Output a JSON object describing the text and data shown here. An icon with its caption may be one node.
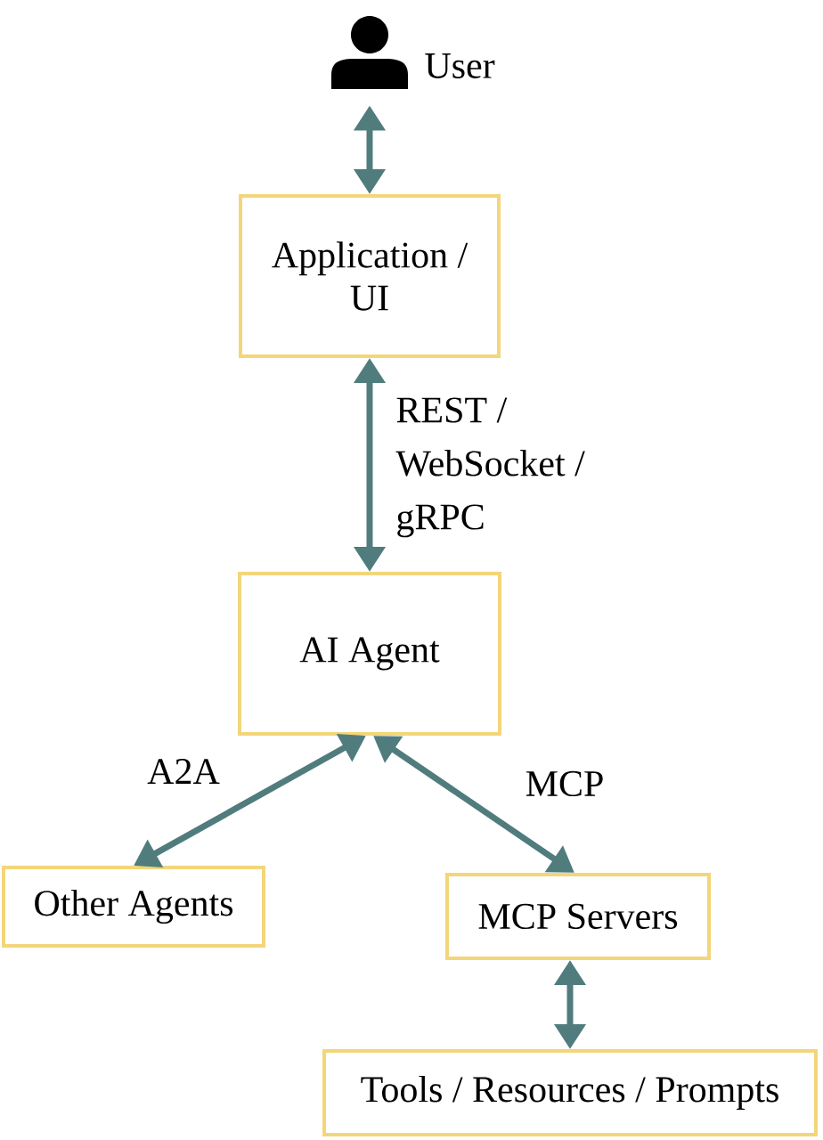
{
  "diagram": {
    "nodes": [
      {
        "text": [],
        "shape": "person",
        "beside": [
          "User"
        ]
      },
      {
        "text": [
          "Application / UI"
        ]
      },
      {
        "text": [
          "AI Agent"
        ]
      },
      {
        "text": [
          "Other Agents"
        ]
      },
      {
        "text": [
          "MCP Servers"
        ]
      },
      {
        "text": [
          "Tools / Resources / Prompts"
        ]
      }
    ],
    "edges": [
      {
        "from": 0,
        "to": 1,
        "arrow": "both"
      },
      {
        "from": 1,
        "to": 2,
        "arrow": "both",
        "label": "REST / WebSocket / gRPC"
      },
      {
        "from": 2,
        "to": 3,
        "arrow": "both",
        "label": "A2A"
      },
      {
        "from": 2,
        "to": 4,
        "arrow": "both",
        "label": "MCP"
      },
      {
        "from": 4,
        "to": 5,
        "arrow": "both"
      }
    ]
  }
}
